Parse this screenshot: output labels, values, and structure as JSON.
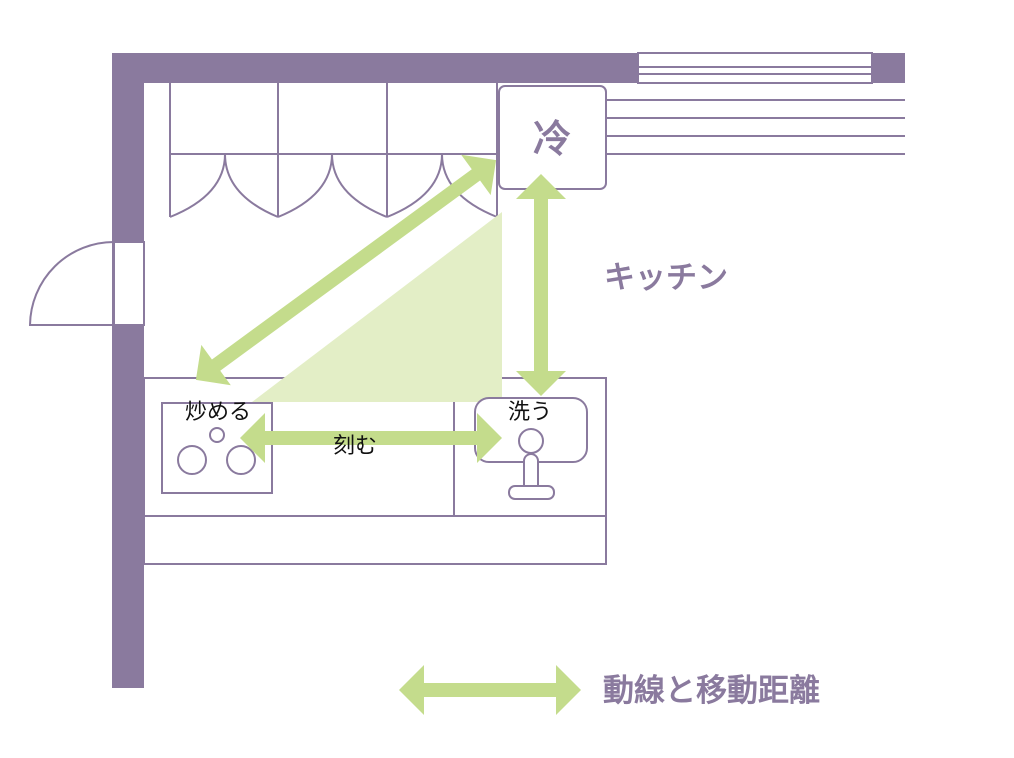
{
  "labels": {
    "fridge": "冷",
    "kitchen": "キッチン",
    "stir_fry": "炒める",
    "chop": "刻む",
    "wash": "洗う"
  },
  "legend": {
    "label": "動線と移動距離"
  },
  "colors": {
    "wall": "#8a7a9e",
    "arrow": "#c4dc8c",
    "triangle": "#e3eec6",
    "text_accent": "#8a7a9e"
  },
  "icons": {
    "arrow": "double-headed-arrow-icon"
  }
}
